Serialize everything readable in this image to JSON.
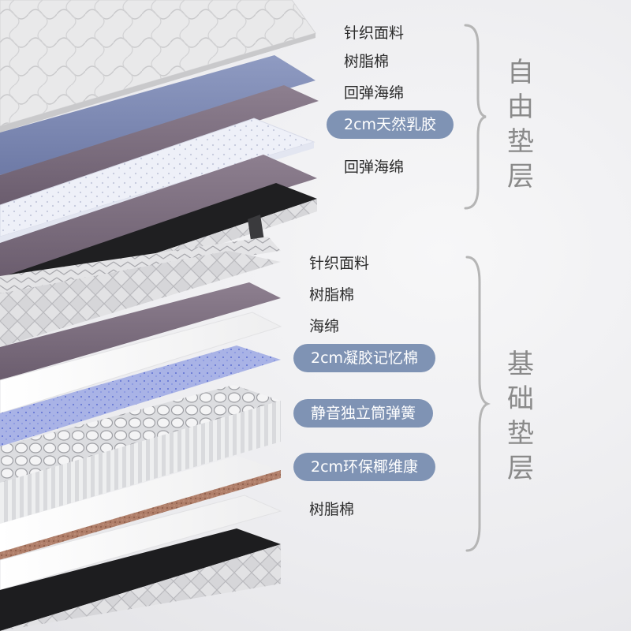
{
  "comfort_layer": {
    "title": "自由垫层",
    "items": [
      {
        "label": "针织面料",
        "highlight": false
      },
      {
        "label": "树脂棉",
        "highlight": false
      },
      {
        "label": "回弹海绵",
        "highlight": false
      },
      {
        "label": "2cm天然乳胶",
        "highlight": true
      },
      {
        "label": "回弹海绵",
        "highlight": false
      }
    ]
  },
  "base_layer": {
    "title": "基础垫层",
    "items": [
      {
        "label": "针织面料",
        "highlight": false
      },
      {
        "label": "树脂棉",
        "highlight": false
      },
      {
        "label": "海绵",
        "highlight": false
      },
      {
        "label": "2cm凝胶记忆棉",
        "highlight": true
      },
      {
        "label": "静音独立筒弹簧",
        "highlight": true
      },
      {
        "label": "2cm环保椰维康",
        "highlight": true
      },
      {
        "label": "树脂棉",
        "highlight": false
      }
    ]
  },
  "colors": {
    "highlight_pill": "#7f93b4",
    "label_text": "#2c2c2c",
    "group_title": "#8a8a8a",
    "brace": "#b5b5b5"
  }
}
